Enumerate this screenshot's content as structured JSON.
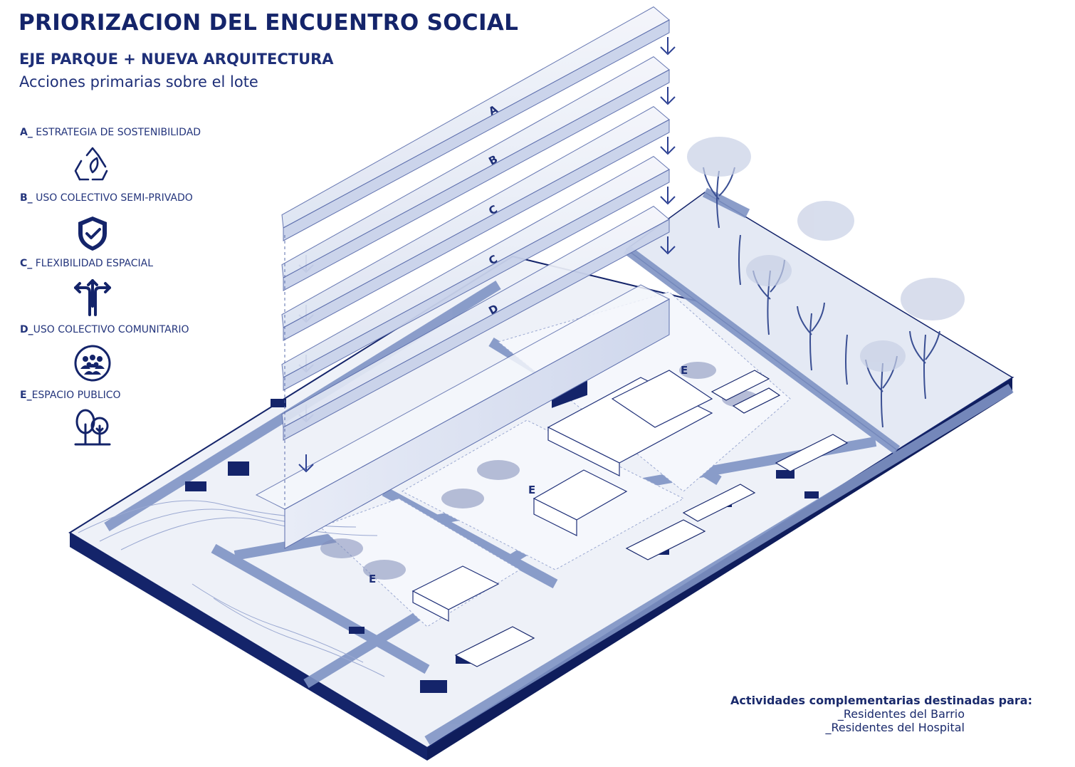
{
  "header": {
    "title": "PRIORIZACION DEL ENCUENTRO SOCIAL",
    "subtitle": "EJE PARQUE + NUEVA ARQUITECTURA",
    "subsubtitle": "Acciones primarias sobre el lote"
  },
  "legend": {
    "items": [
      {
        "code": "A_",
        "label": " ESTRATEGIA DE SOSTENIBILIDAD",
        "icon": "recycle-leaf-icon"
      },
      {
        "code": "B_",
        "label": " USO COLECTIVO SEMI-PRIVADO",
        "icon": "shield-check-icon"
      },
      {
        "code": "C_",
        "label": " FLEXIBILIDAD ESPACIAL",
        "icon": "split-arrows-icon"
      },
      {
        "code": "D_",
        "label": "USO COLECTIVO COMUNITARIO",
        "icon": "community-group-icon"
      },
      {
        "code": "E_",
        "label": "ESPACIO PUBLICO",
        "icon": "trees-icon"
      }
    ]
  },
  "layers": {
    "labels": [
      "A",
      "B",
      "C",
      "C",
      "D"
    ],
    "zone_label": "E"
  },
  "footer": {
    "line1": "Actividades complementarias destinadas para:",
    "line2": "_Residentes del Barrio",
    "line3": "_Residentes del Hospital"
  },
  "colors": {
    "navy": "#14246a",
    "road": "#7f93c4",
    "plate_light": "#eef1f8",
    "layer_fill": "#dfe5f3"
  }
}
